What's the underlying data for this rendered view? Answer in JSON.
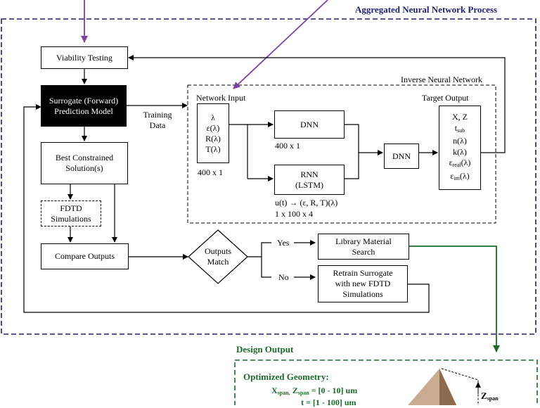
{
  "process": {
    "title": "Aggregated Neural Network Process"
  },
  "inverse": {
    "title": "Inverse Neural Network"
  },
  "boxes": {
    "viability": "Viability Testing",
    "surrogate_l1": "Surrogate (Forward)",
    "surrogate_l2": "Prediction Model",
    "best_l1": "Best Constrained",
    "best_l2": "Solution(s)",
    "fdtd_l1": "FDTD",
    "fdtd_l2": "Simulations",
    "compare": "Compare Outputs",
    "match_l1": "Outputs",
    "match_l2": "Match",
    "library_l1": "Library Material",
    "library_l2": "Search",
    "retrain_l1": "Retrain Surrogate",
    "retrain_l2": "with new FDTD",
    "retrain_l3": "Simulations",
    "dnn_top": "DNN",
    "rnn_l1": "RNN",
    "rnn_l2": "(LSTM)",
    "dnn_final": "DNN"
  },
  "labels": {
    "training_l1": "Training",
    "training_l2": "Data",
    "network_input": "Network Input",
    "target_output": "Target Output",
    "input_dim": "400 x 1",
    "dnn_dim": "400 x 1",
    "rnn_formula": "u(t) → (ε, R, T)(λ)",
    "rnn_dim": "1 x 100 x 4",
    "yes": "Yes",
    "no": "No"
  },
  "inputs": [
    "λ",
    "ε(λ)",
    "R(λ)",
    "T(λ)"
  ],
  "outputs": {
    "xz": "X, Z",
    "t": "t",
    "t_sub": "sub",
    "n": "n(λ)",
    "k": "k(λ)",
    "eps": "ε",
    "real_sub": "real",
    "im_sub": "im",
    "lam": "(λ)"
  },
  "design": {
    "title": "Design Output",
    "geometry_title": "Optimized Geometry:",
    "x_label": "X",
    "z_label": "Z",
    "span_sub": "span,",
    "span_sub2": "span",
    "range1": "= [0  -  10] um",
    "range2": "= [1 - 100] um",
    "axis_z": "Z",
    "axis_z_sub": "span"
  },
  "colors": {
    "process_border": "#1c1f73",
    "design_border": "#1a6b2a",
    "purple_arrow": "#7b3fa8",
    "green_arrow": "#1a6b2a",
    "pyramid_light": "#c9ab8f",
    "pyramid_dark": "#8b6a4e"
  }
}
